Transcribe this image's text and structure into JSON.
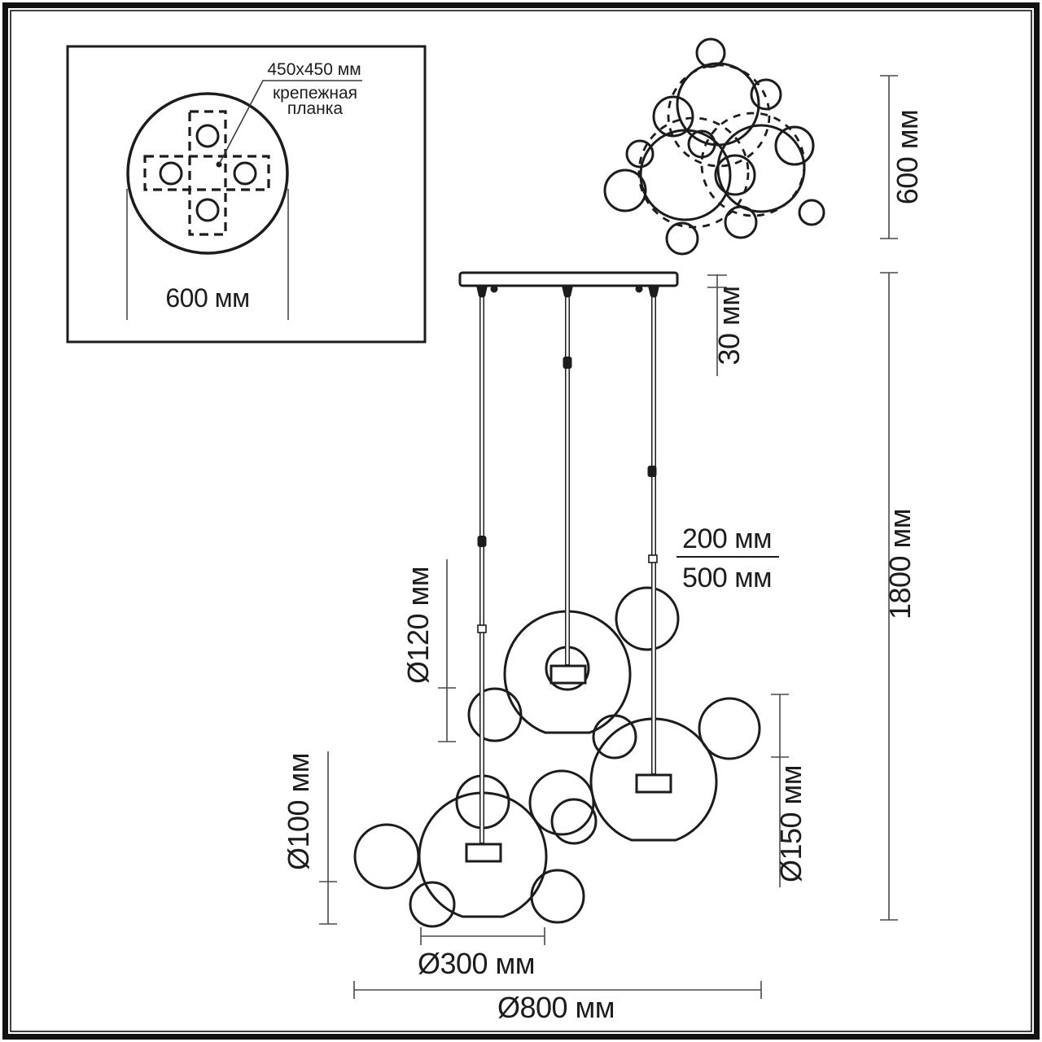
{
  "meta": {
    "background_color": "#ffffff",
    "drawing_line_color": "#1c1c1c",
    "dimension_line_color": "#4a4a4a"
  },
  "canopy_inset": {
    "plate_size_label": "450x450 мм",
    "plate_name_line1": "крепежная",
    "plate_name_line2": "планка",
    "canopy_diameter_label": "600 мм"
  },
  "top_view": {
    "cluster_height_label": "600 мм"
  },
  "front_view": {
    "plate_thickness_label": "30 мм",
    "overall_height_label": "1800 мм",
    "wire_length_top_label": "200 мм",
    "wire_length_bottom_label": "500 мм",
    "bubble_d120_label": "Ø120 мм",
    "bubble_d100_label": "Ø100 мм",
    "bubble_d150_label": "Ø150 мм",
    "sphere_d300_label": "Ø300 мм",
    "overall_width_label": "Ø800 мм"
  }
}
